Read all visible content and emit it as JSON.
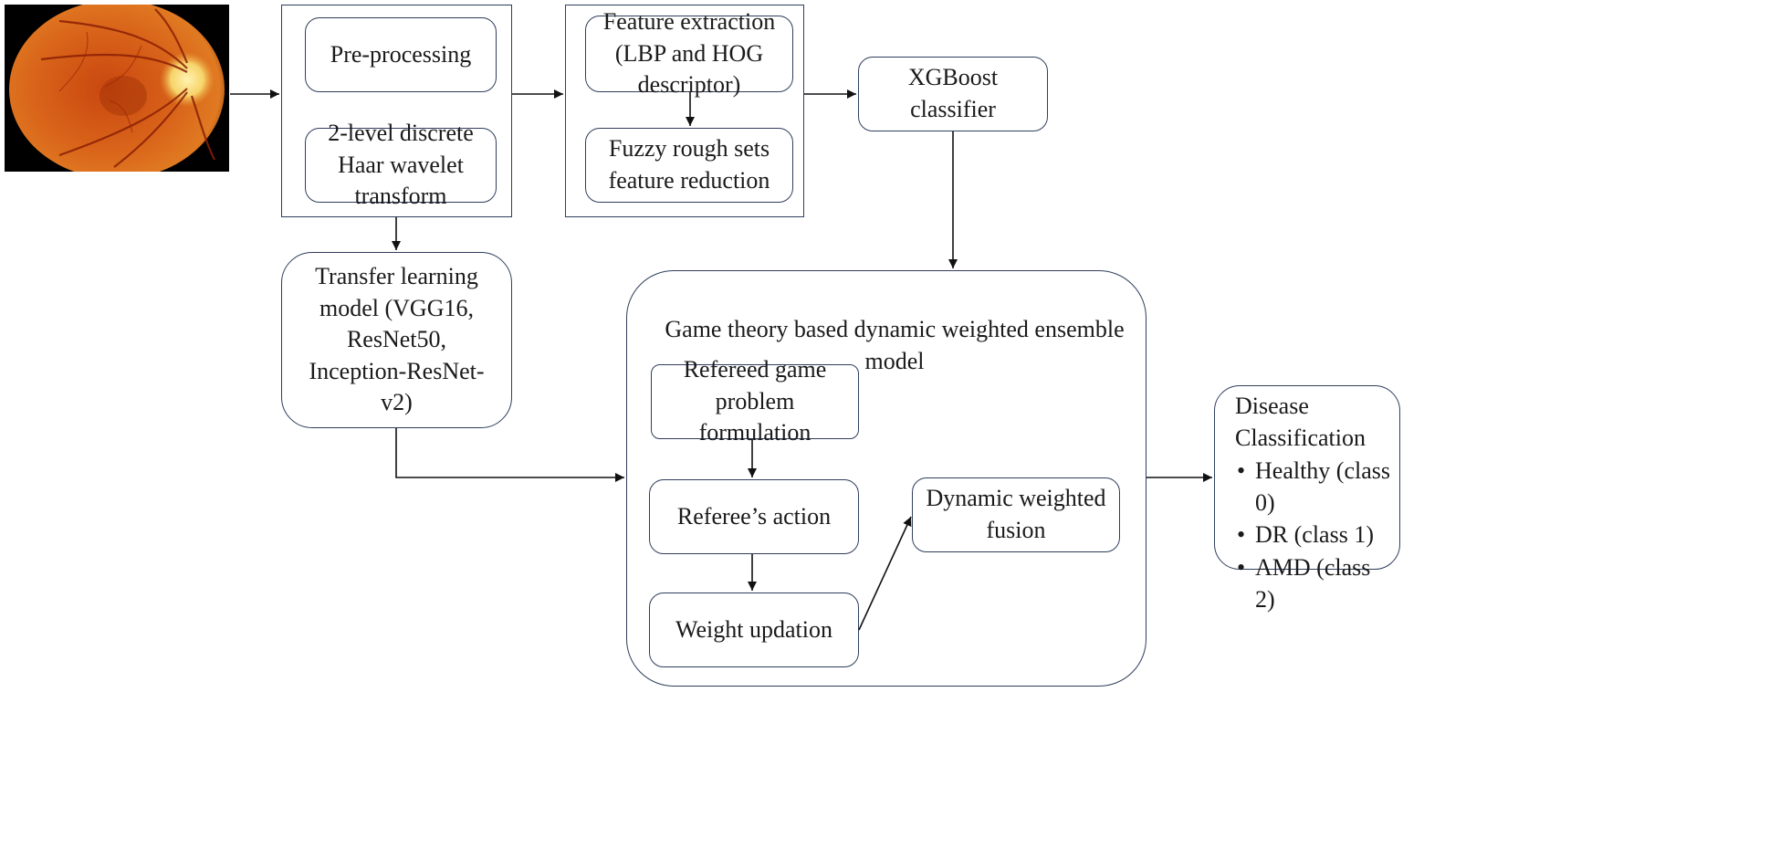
{
  "nodes": {
    "preprocessing": "Pre-processing",
    "haar": "2-level discrete\nHaar wavelet\ntransform",
    "feature_extraction": "Feature extraction\n(LBP and HOG\ndescriptor)",
    "fuzzy": "Fuzzy rough sets\nfeature reduction",
    "xgboost": "XGBoost\nclassifier",
    "transfer": "Transfer learning\nmodel (VGG16,\nResNet50,\nInception-ResNet-\nv2)",
    "ensemble_title": "Game theory based dynamic weighted ensemble\nmodel",
    "refereed": "Refereed game\nproblem\nformulation",
    "referee_action": "Referee’s action",
    "weight_updation": "Weight updation",
    "dynamic_fusion": "Dynamic weighted\nfusion"
  },
  "output": {
    "title": "Disease\nClassification",
    "classes": [
      "Healthy (class\n0)",
      "DR (class 1)",
      "AMD (class 2)"
    ]
  },
  "image": {
    "fundus_icon": "retinal-fundus-image"
  },
  "colors": {
    "border": "#2f3e5c",
    "arrow": "#111111",
    "fundus_orange": "#d9641a",
    "optic_disc": "#f7d36a"
  }
}
